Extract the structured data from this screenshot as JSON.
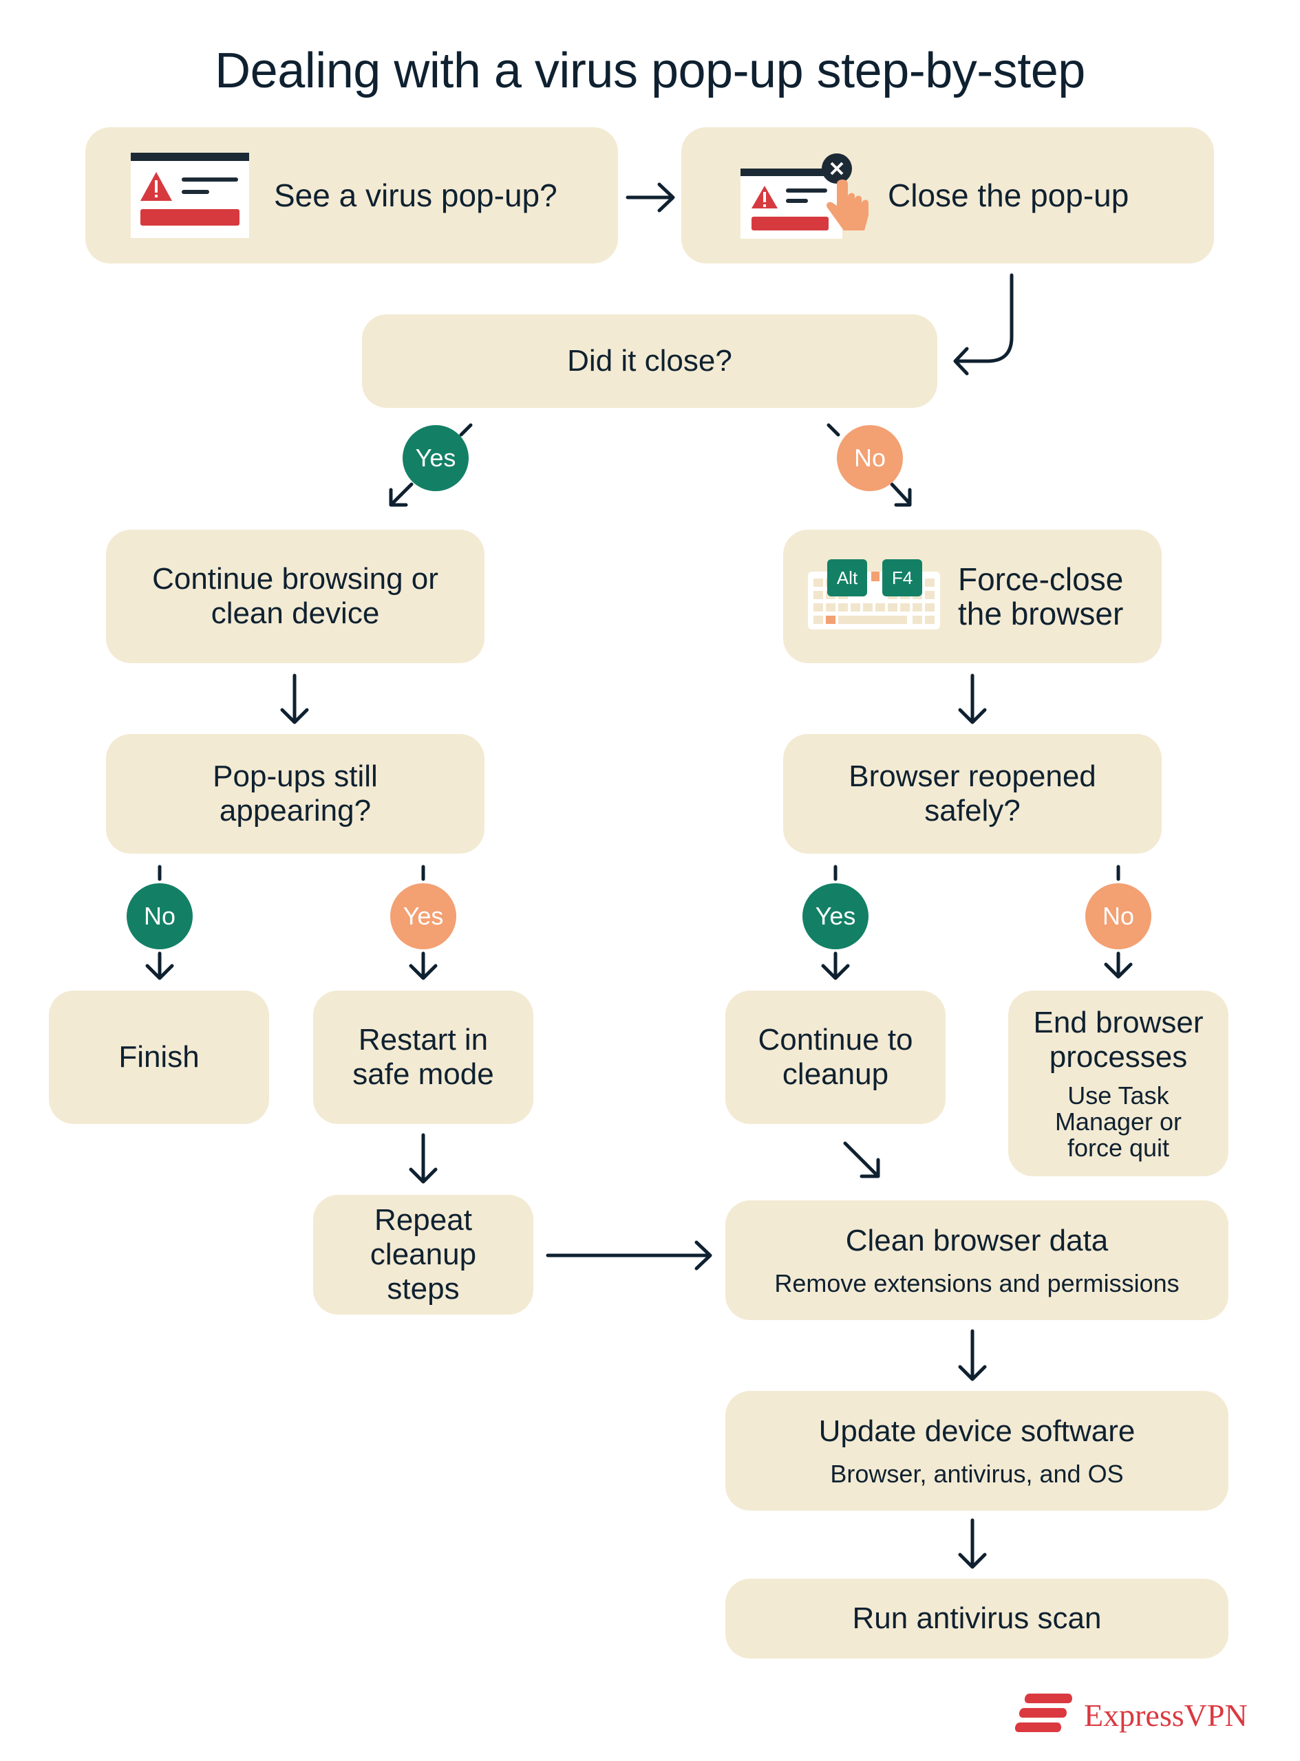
{
  "title": "Dealing with a virus pop-up step-by-step",
  "colors": {
    "box": "#f3ead3",
    "text": "#0f2130",
    "yes_green": "#138066",
    "no_orange": "#f3a072",
    "alert_red": "#d63a3f",
    "brand_red": "#da3940"
  },
  "steps": {
    "see_popup": "See a virus pop-up?",
    "close_popup": "Close the pop-up",
    "did_it_close": "Did it close?",
    "continue_browsing": "Continue browsing or\nclean device",
    "force_close": "Force-close\nthe browser",
    "popups_still": "Pop-ups still\nappearing?",
    "browser_reopened": "Browser reopened\nsafely?",
    "finish": "Finish",
    "restart_safe": "Restart in\nsafe mode",
    "continue_cleanup": "Continue to\ncleanup",
    "end_processes": {
      "main": "End browser\nprocesses",
      "sub": "Use Task\nManager or\nforce quit"
    },
    "repeat_cleanup": "Repeat\ncleanup\nsteps",
    "clean_data": {
      "main": "Clean browser data",
      "sub": "Remove extensions and permissions"
    },
    "update_software": {
      "main": "Update device software",
      "sub": "Browser, antivirus, and OS"
    },
    "run_scan": "Run antivirus scan"
  },
  "badges": {
    "close_yes": "Yes",
    "close_no": "No",
    "popups_no": "No",
    "popups_yes": "Yes",
    "reopen_yes": "Yes",
    "reopen_no": "No"
  },
  "keys": {
    "alt": "Alt",
    "f4": "F4"
  },
  "icons": {
    "popup": "popup-window-icon",
    "close_hand": "hand-pointer-icon",
    "keyboard": "keyboard-icon",
    "brand": "expressvpn-logo-icon"
  },
  "brand": "ExpressVPN"
}
